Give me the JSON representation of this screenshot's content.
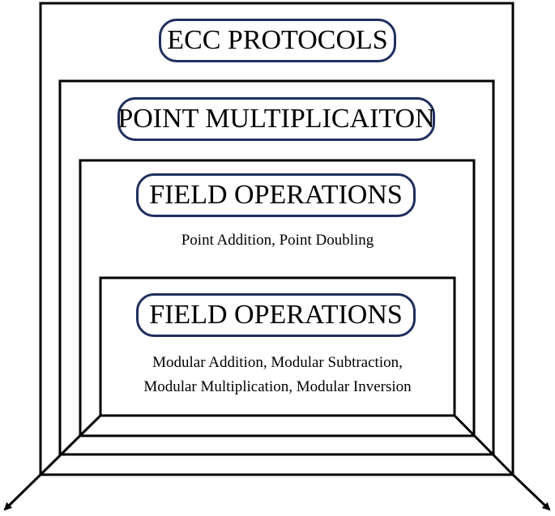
{
  "layers": [
    {
      "title": "ECC PROTOCOLS",
      "description": []
    },
    {
      "title": "POINT MULTIPLICAITON",
      "description": []
    },
    {
      "title": "FIELD OPERATIONS",
      "description": [
        "Point Addition, Point Doubling"
      ]
    },
    {
      "title": "FIELD OPERATIONS",
      "description": [
        "Modular Addition, Modular Subtraction,",
        "Modular Multiplication, Modular Inversion"
      ]
    }
  ],
  "colors": {
    "frame": "#000000",
    "pill_border": "#1f2f5e",
    "background": "#ffffff"
  }
}
